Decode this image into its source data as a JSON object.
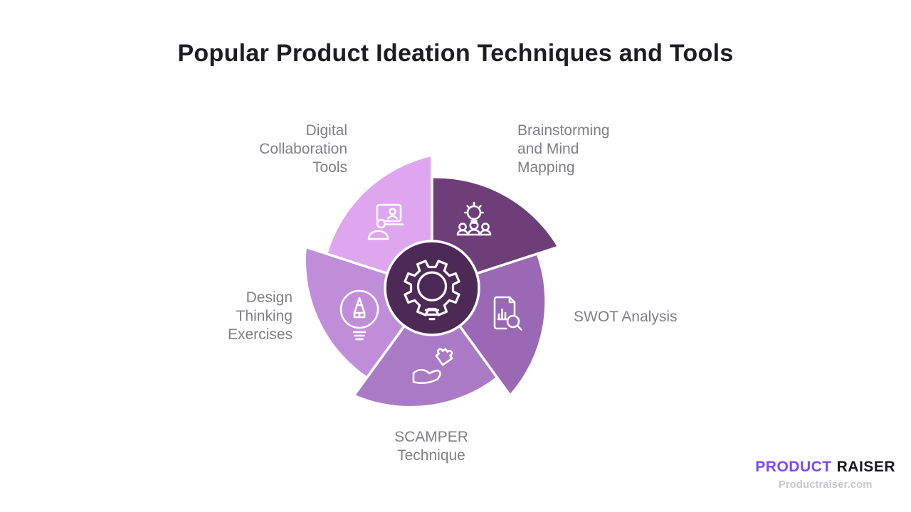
{
  "title": "Popular Product Ideation Techniques and Tools",
  "diagram": {
    "center": {
      "icon": "gear-lightbulb-icon",
      "color": "#4c2a55"
    },
    "segments": [
      {
        "id": "digital-collaboration-tools",
        "label": "Digital\nCollaboration\nTools",
        "color": "#dda6ef",
        "icon": "video-call-icon"
      },
      {
        "id": "brainstorming-and-mind-mapping",
        "label": "Brainstorming\nand Mind\nMapping",
        "color": "#6e3e78",
        "icon": "team-idea-icon"
      },
      {
        "id": "swot-analysis",
        "label": "SWOT Analysis",
        "color": "#9b68b5",
        "icon": "report-magnifier-icon"
      },
      {
        "id": "scamper-technique",
        "label": "SCAMPER\nTechnique",
        "color": "#ab7ac6",
        "icon": "hand-puzzle-icon"
      },
      {
        "id": "design-thinking-exercises",
        "label": "Design\nThinking\nExercises",
        "color": "#c08ed9",
        "icon": "bulb-pencil-icon"
      }
    ],
    "stroke_color": "#ffffff"
  },
  "footer": {
    "brand_primary": "PRODUCT",
    "brand_secondary": "RAISER",
    "brand_primary_color": "#7b4af3",
    "brand_secondary_color": "#17171d",
    "website": "Productraiser.com"
  }
}
